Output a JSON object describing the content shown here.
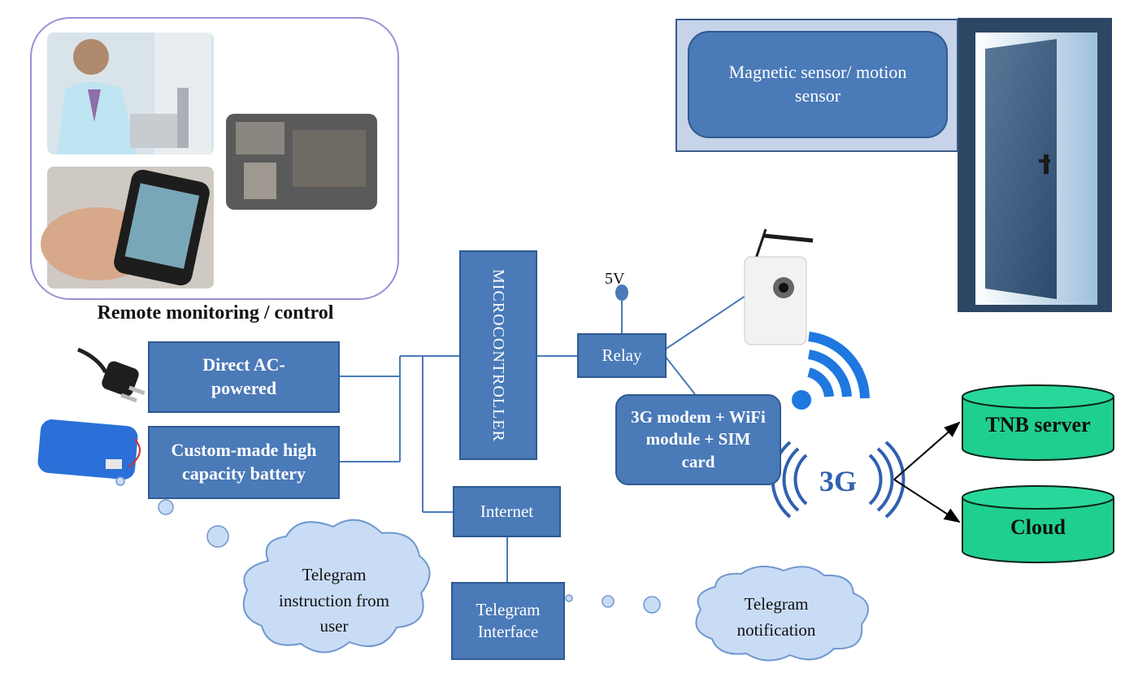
{
  "remote": {
    "caption": "Remote monitoring / control"
  },
  "sensor": {
    "label": "Magnetic sensor/ motion sensor"
  },
  "power": {
    "ac_label": "Direct AC-powered",
    "battery_label": "Custom-made high capacity battery"
  },
  "mcu": {
    "label": "MICROCONTROLLER"
  },
  "relay": {
    "label": "Relay",
    "voltage": "5V"
  },
  "modem": {
    "label": "3G modem + WiFi module + SIM card"
  },
  "net": {
    "label": "Internet"
  },
  "telegram": {
    "interface_label": "Telegram Interface",
    "instruction_label": "Telegram instruction from user",
    "notification_label": "Telegram notification"
  },
  "servers": {
    "tnb_label": "TNB server",
    "cloud_label": "Cloud"
  },
  "badge_3g": {
    "label": "3G"
  },
  "colors": {
    "box_fill": "#4a7ab8",
    "db_fill": "#1fcf8f",
    "cloud_fill": "#c9dcf5"
  }
}
